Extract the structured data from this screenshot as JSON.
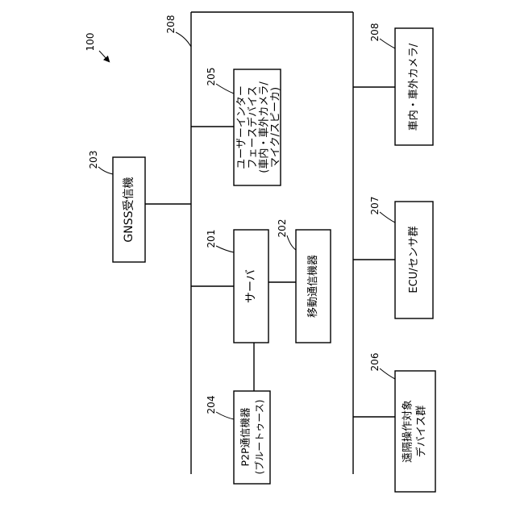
{
  "figure": {
    "label": "100"
  },
  "bus": {
    "ref": "208"
  },
  "blocks": {
    "gnss": {
      "ref": "203",
      "lines": [
        "GNSS受信機"
      ]
    },
    "ui_device": {
      "ref": "205",
      "lines": [
        "ユーザーインター",
        "フェースデバイス",
        "(車内・車外カメラ/",
        "マイク/スピーカ)"
      ]
    },
    "server": {
      "ref": "201",
      "lines": [
        "サーバ"
      ]
    },
    "mobile_comm": {
      "ref": "202",
      "lines": [
        "移動通信機器"
      ]
    },
    "p2p": {
      "ref": "204",
      "lines": [
        "P2P通信機器",
        "(ブルートゥース)"
      ]
    },
    "camera": {
      "ref": "208",
      "lines": [
        "車内・車外カメラ/"
      ]
    },
    "ecu": {
      "ref": "207",
      "lines": [
        "ECU/センサ群"
      ]
    },
    "remote": {
      "ref": "206",
      "lines": [
        "遠隔操作対象",
        "デバイス群"
      ]
    }
  },
  "colors": {
    "line": "#000000",
    "background": "#ffffff"
  }
}
